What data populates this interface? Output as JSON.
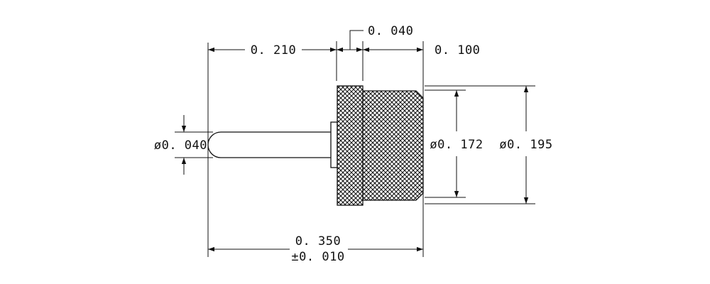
{
  "dimensions": {
    "length_0_210": "0. 210",
    "length_0_040": "0. 040",
    "length_0_100": "0. 100",
    "pin_diameter": "ø0. 040",
    "body_diameter_0_172": "ø0. 172",
    "head_diameter_0_195": "ø0. 195",
    "overall_length": "0. 350",
    "overall_tolerance": "±0. 010"
  },
  "colors": {
    "line": "#111111",
    "background": "#ffffff"
  }
}
